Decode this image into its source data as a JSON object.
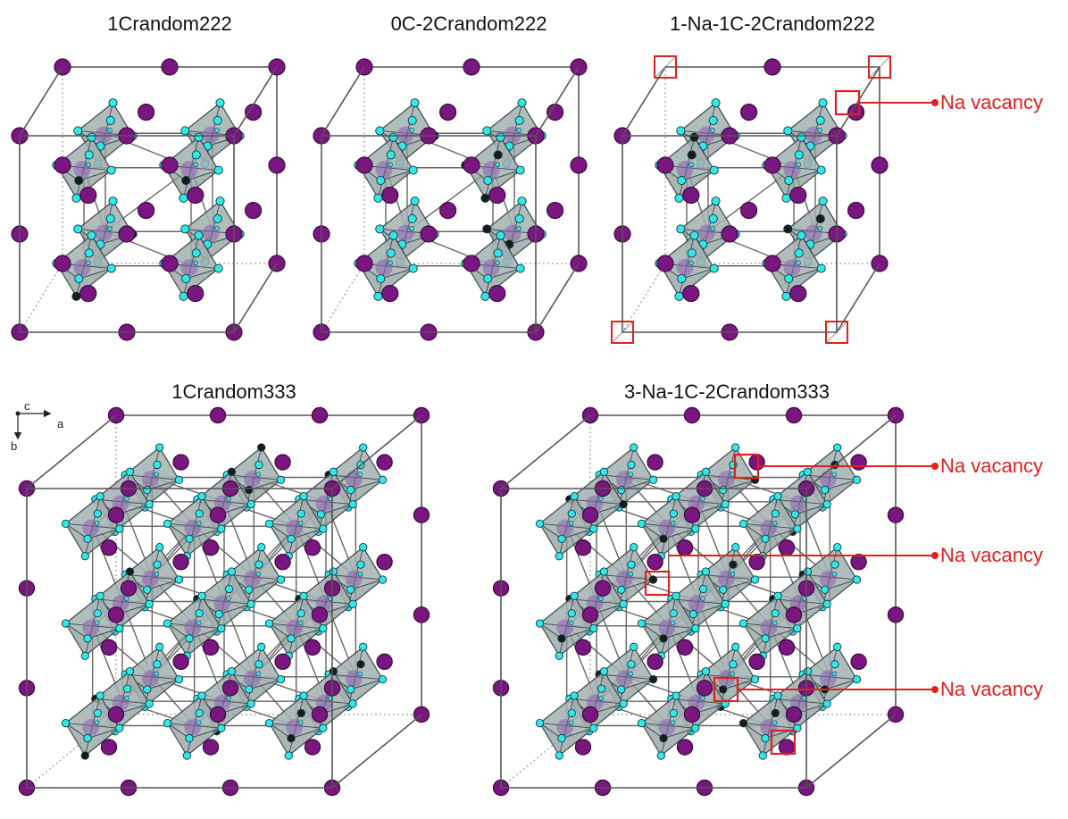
{
  "panels": [
    {
      "title": "1Crandom222"
    },
    {
      "title": "0C-2Crandom222"
    },
    {
      "title": "1-Na-1C-2Crandom222"
    },
    {
      "title": "1Crandom333"
    },
    {
      "title": "3-Na-1C-2Crandom333"
    }
  ],
  "callouts": [
    {
      "label": "Na vacancy"
    },
    {
      "label": "Na vacancy"
    },
    {
      "label": "Na vacancy"
    },
    {
      "label": "Na vacancy"
    }
  ],
  "axes": {
    "c": "c",
    "a": "a",
    "b": "b"
  },
  "colors": {
    "na": "#7a1680",
    "na_stroke": "#3a0a3e",
    "cl": "#33e6ea",
    "carbon": "#1a1a1a",
    "octahedron": "#8f9e9f",
    "callout": "#e0201c",
    "frame": "#555555"
  }
}
